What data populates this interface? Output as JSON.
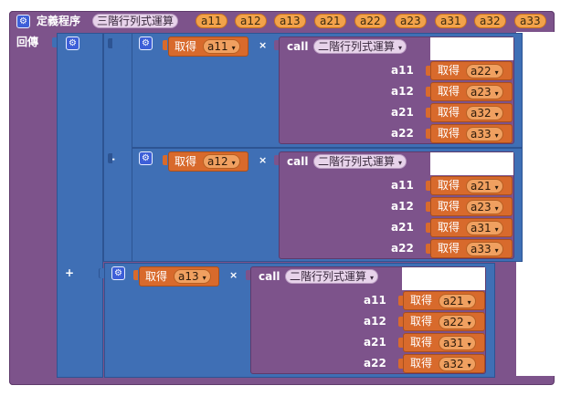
{
  "procedure": {
    "define_label": "定義程序",
    "name": "三階行列式運算",
    "params": [
      "a11",
      "a12",
      "a13",
      "a21",
      "a22",
      "a23",
      "a31",
      "a32",
      "a33"
    ],
    "return_label": "回傳"
  },
  "ops": {
    "plus": "+",
    "minus": "-",
    "times": "×"
  },
  "labels": {
    "get": "取得",
    "call": "call",
    "callee": "二階行列式運算"
  },
  "terms": [
    {
      "get": "a11",
      "args": [
        {
          "arg": "a11",
          "var": "a22"
        },
        {
          "arg": "a12",
          "var": "a23"
        },
        {
          "arg": "a21",
          "var": "a32"
        },
        {
          "arg": "a22",
          "var": "a33"
        }
      ]
    },
    {
      "get": "a12",
      "args": [
        {
          "arg": "a11",
          "var": "a21"
        },
        {
          "arg": "a12",
          "var": "a23"
        },
        {
          "arg": "a21",
          "var": "a31"
        },
        {
          "arg": "a22",
          "var": "a33"
        }
      ]
    },
    {
      "get": "a13",
      "args": [
        {
          "arg": "a11",
          "var": "a21"
        },
        {
          "arg": "a12",
          "var": "a22"
        },
        {
          "arg": "a21",
          "var": "a31"
        },
        {
          "arg": "a22",
          "var": "a32"
        }
      ]
    }
  ],
  "colors": {
    "procedure": "#7d538b",
    "math": "#3f6fb5",
    "variable": "#d86a2c",
    "param": "#f2a24a"
  }
}
